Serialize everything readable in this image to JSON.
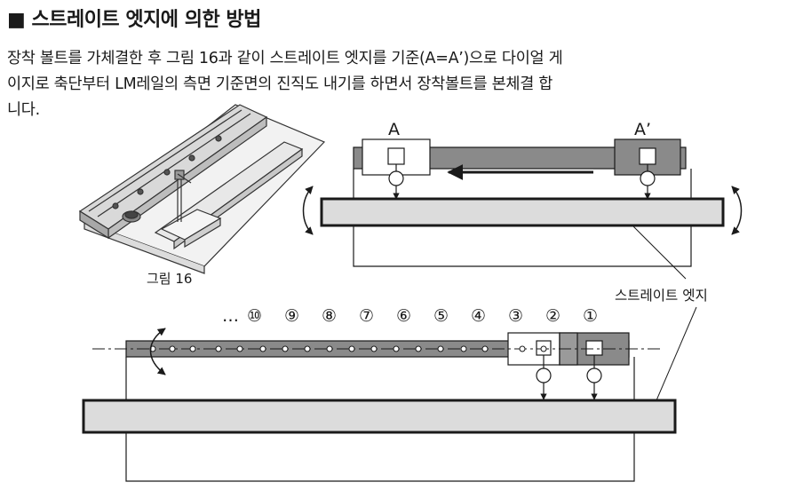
{
  "heading": {
    "bullet": "■",
    "text": "스트레이트 엣지에 의한 방법"
  },
  "paragraph": {
    "line1": "장착 볼트를 가체결한 후  그림 16과 같이 스트레이트 엣지를 기준(A=A’)으로 다이얼 게",
    "line2": "이지로 축단부터 LM레일의 측면 기준면의 진직도 내기를 하면서 장착볼트를 본체결 합",
    "line3": "니다."
  },
  "figure": {
    "caption": "그림 16",
    "label_a": "A",
    "label_a_prime": "A’",
    "label_straight_edge": "스트레이트 엣지",
    "sequence_prefix": "…",
    "sequence": [
      "⑩",
      "⑨",
      "⑧",
      "⑦",
      "⑥",
      "⑤",
      "④",
      "③",
      "②",
      "①"
    ]
  }
}
